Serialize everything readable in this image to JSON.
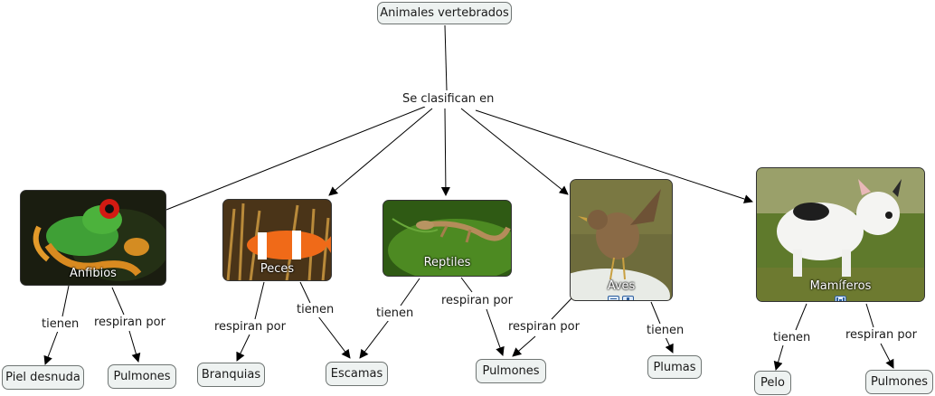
{
  "root": "Animales vertebrados",
  "link_root": "Se clasifican en",
  "groups": {
    "anfibios": "Anfibios",
    "peces": "Peces",
    "reptiles": "Reptiles",
    "aves": "Aves",
    "mamiferos": "Mamíferos"
  },
  "links": {
    "anf_tienen": "tienen",
    "anf_respiran": "respiran por",
    "pec_respiran": "respiran por",
    "pec_tienen": "tienen",
    "rep_tienen": "tienen",
    "rep_respiran": "respiran por",
    "ave_respiran": "respiran por",
    "ave_tienen": "tienen",
    "mam_tienen": "tienen",
    "mam_respiran": "respiran por"
  },
  "features": {
    "piel": "Piel desnuda",
    "pulmones_anf": "Pulmones",
    "branquias": "Branquias",
    "escamas": "Escamas",
    "pulmones_rep": "Pulmones",
    "plumas": "Plumas",
    "pelo": "Pelo",
    "pulmones_mam": "Pulmones"
  },
  "icons": [
    "concept-map-resource-icon",
    "concept-map-link-icon",
    "video-resource-icon"
  ]
}
